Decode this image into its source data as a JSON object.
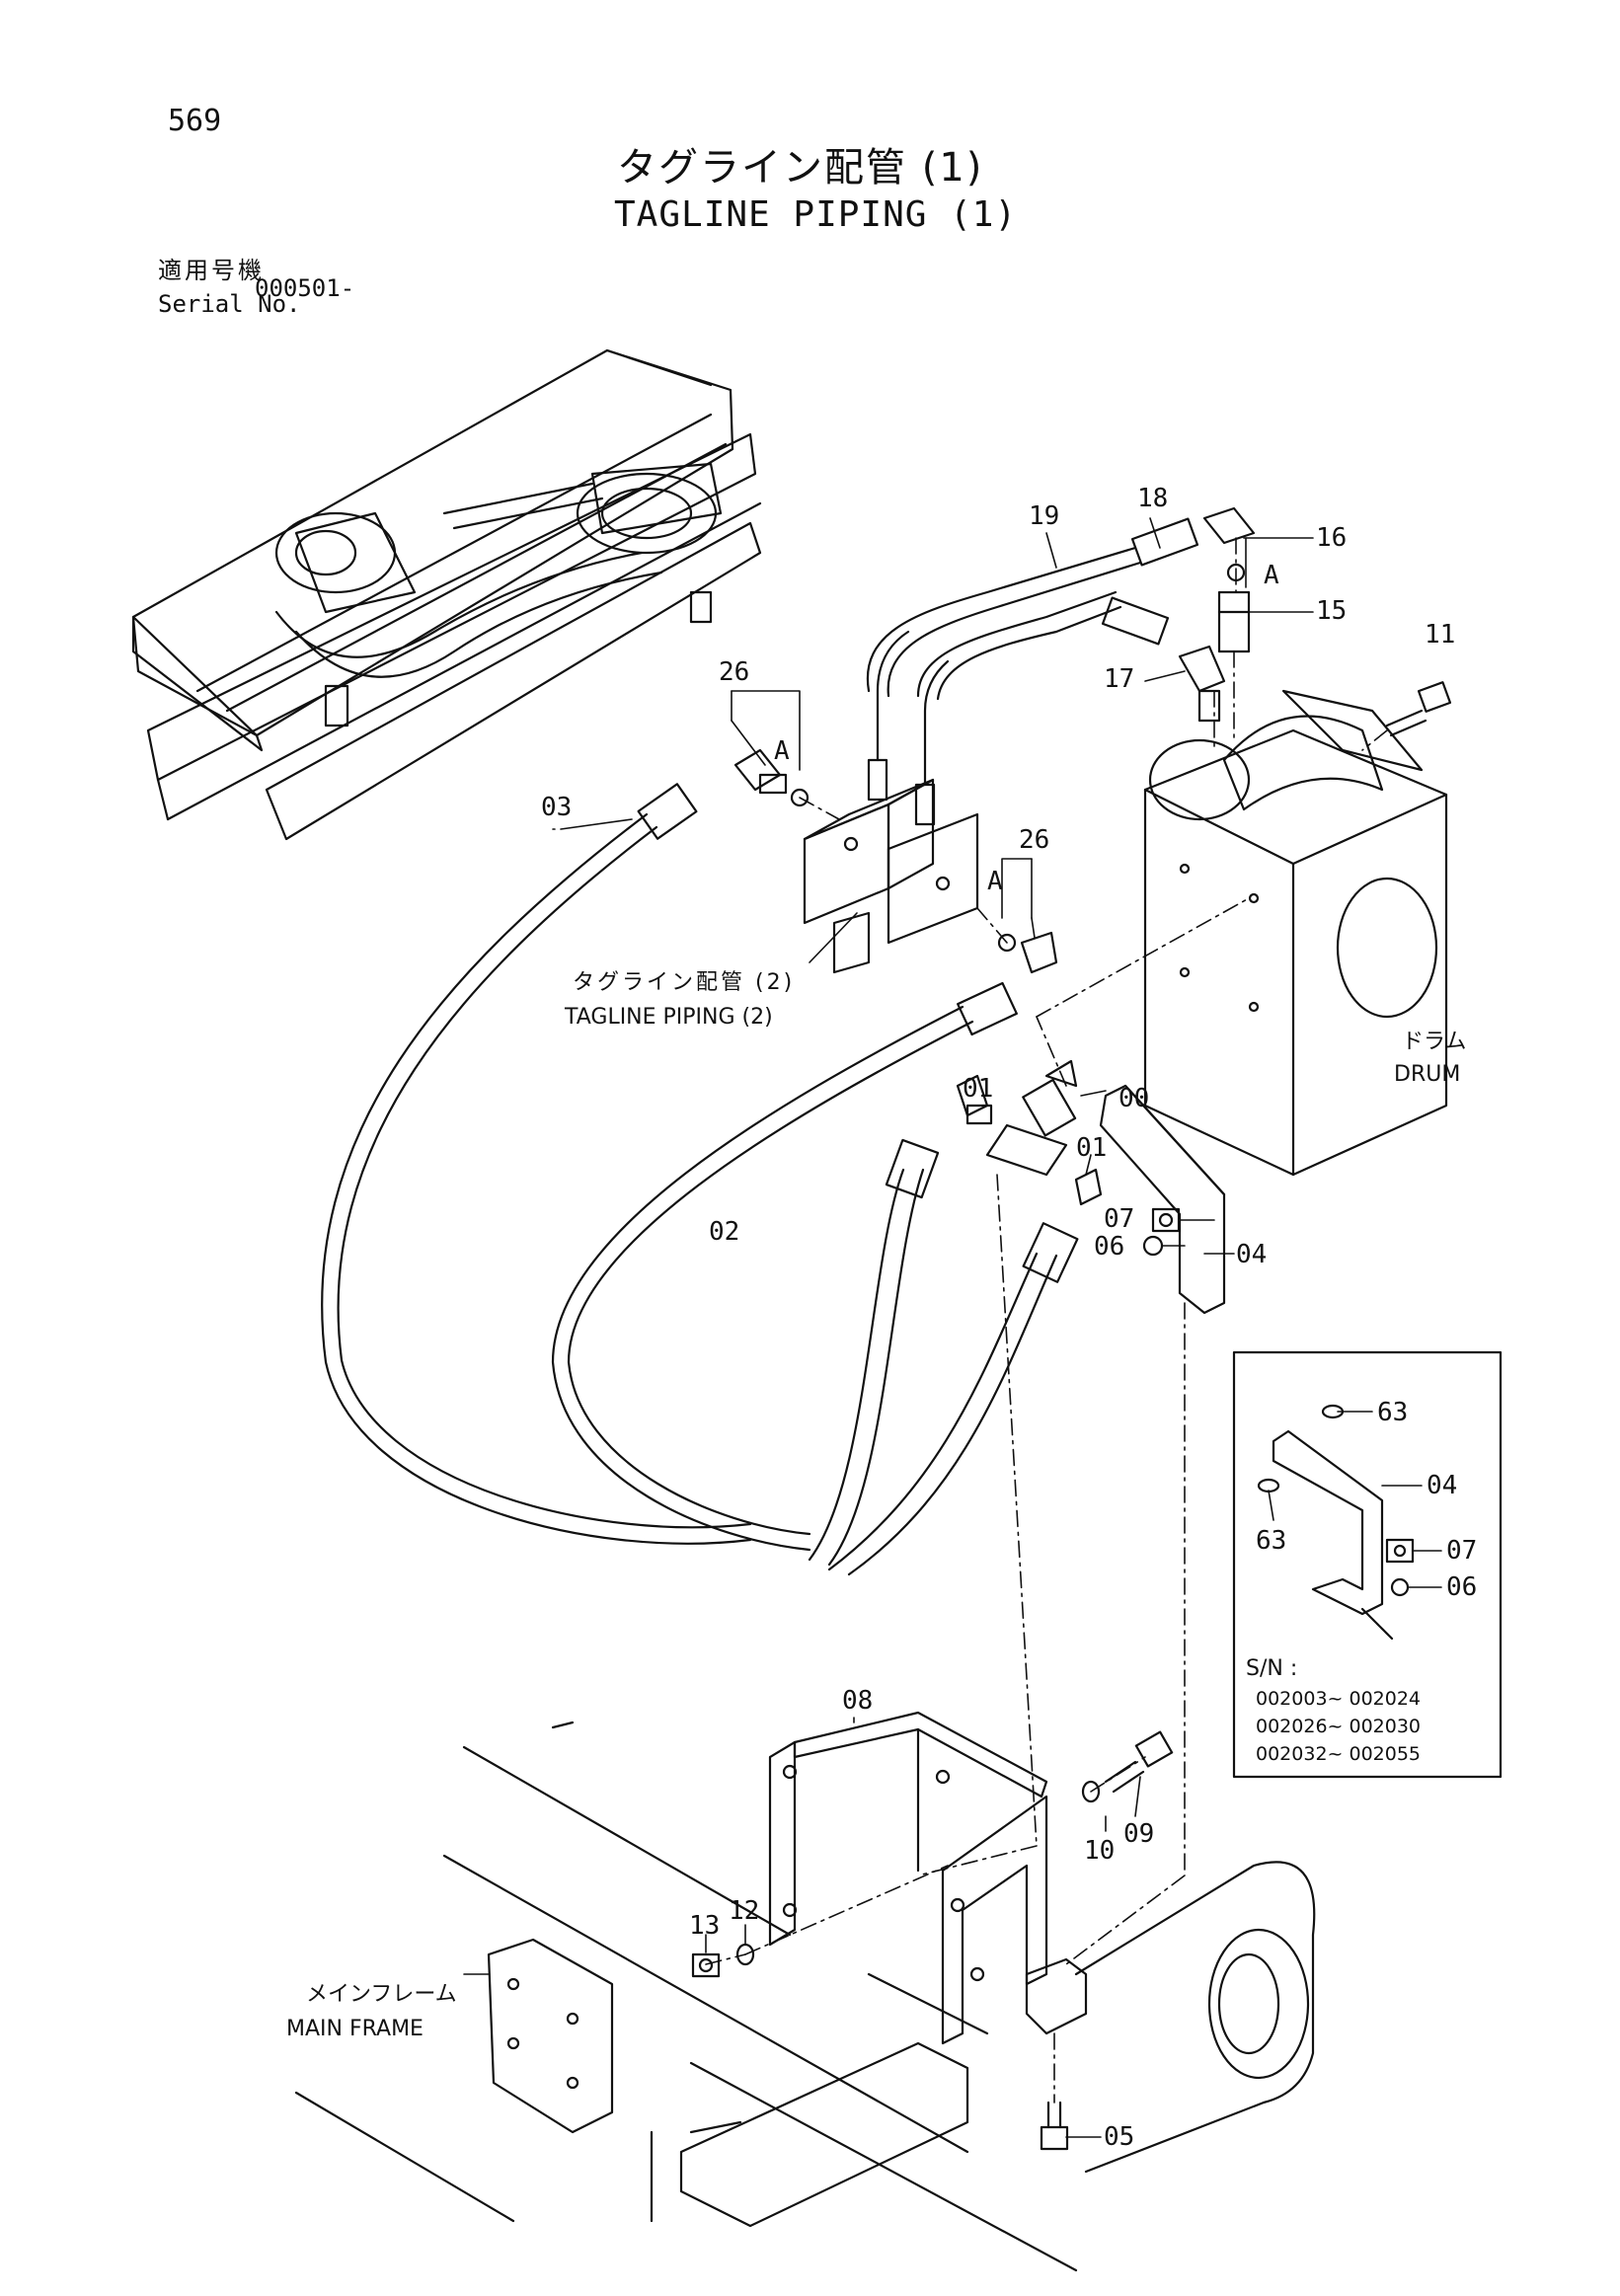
{
  "header": {
    "page_number": "569",
    "title_jp": "タグライン配管 (1)",
    "title_en": "TAGLINE PIPING (1)",
    "serial_label_jp": "適用号機",
    "serial_label_en": "Serial No.",
    "serial_value": "000501-"
  },
  "part_labels": {
    "p00": "00",
    "p01a": "01",
    "p01b": "01",
    "p02": "02",
    "p03": "03",
    "p04": "04",
    "p05": "05",
    "p06": "06",
    "p07": "07",
    "p08": "08",
    "p09": "09",
    "p10": "10",
    "p11": "11",
    "p12": "12",
    "p13": "13",
    "p15": "15",
    "p16": "16",
    "p17": "17",
    "p18": "18",
    "p19": "19",
    "p26a": "26",
    "p26b": "26",
    "ref_a1": "A",
    "ref_a2": "A",
    "ref_a3": "A"
  },
  "callouts": {
    "tagline2_jp": "タグライン配管 (2)",
    "tagline2_en": "TAGLINE PIPING (2)",
    "drum_jp": "ドラム",
    "drum_en": "DRUM",
    "mainframe_jp": "メインフレーム",
    "mainframe_en": "MAIN FRAME"
  },
  "inset": {
    "sn_label": "S/N :",
    "ranges": [
      "002003~ 002024",
      "002026~ 002030",
      "002032~ 002055"
    ],
    "labels": {
      "p63a": "63",
      "p63b": "63",
      "p04": "04",
      "p07": "07",
      "p06": "06"
    }
  }
}
